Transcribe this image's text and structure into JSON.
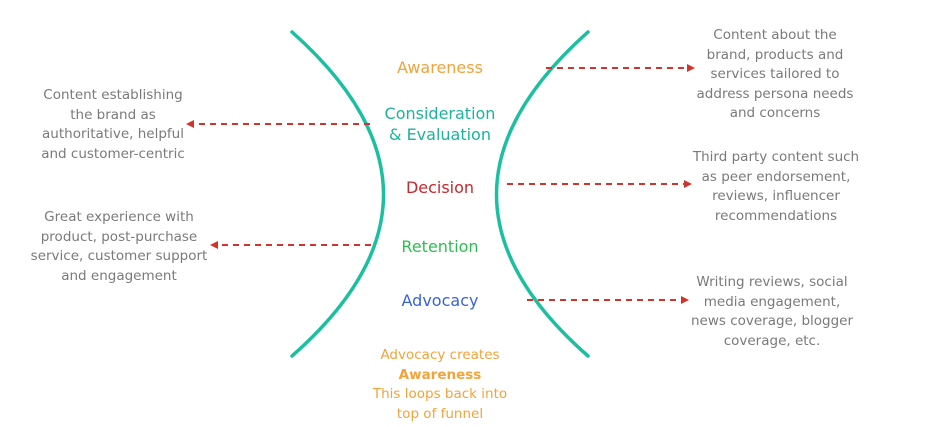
{
  "colors": {
    "funnel": "#1cbfa0",
    "arrow": "#d0342c",
    "note_text": "#7a7a7a",
    "awareness": "#f2a33a",
    "consideration": "#1cb39e",
    "decision": "#c8272b",
    "retention": "#2cbf4f",
    "advocacy": "#3a63d6",
    "loop_text": "#f2a33a"
  },
  "stages": {
    "awareness": "Awareness",
    "consideration_line1": "Consideration",
    "consideration_line2": "& Evaluation",
    "decision": "Decision",
    "retention": "Retention",
    "advocacy": "Advocacy"
  },
  "notes": {
    "awareness": [
      "Content about the",
      "brand, products and",
      "services tailored to",
      "address persona needs",
      "and concerns"
    ],
    "consideration": [
      "Content establishing",
      "the brand as",
      "authoritative, helpful",
      "and customer-centric"
    ],
    "decision": [
      "Third party content such",
      "as peer endorsement,",
      "reviews, influencer",
      "recommendations"
    ],
    "retention": [
      "Great experience with",
      "product, post-purchase",
      "service, customer support",
      "and engagement"
    ],
    "advocacy": [
      "Writing reviews, social",
      "media engagement,",
      "news coverage, blogger",
      "coverage, etc."
    ]
  },
  "loop_note": {
    "line1": "Advocacy creates",
    "line2": "Awareness",
    "line3": "This loops back into",
    "line4": "top of funnel"
  }
}
